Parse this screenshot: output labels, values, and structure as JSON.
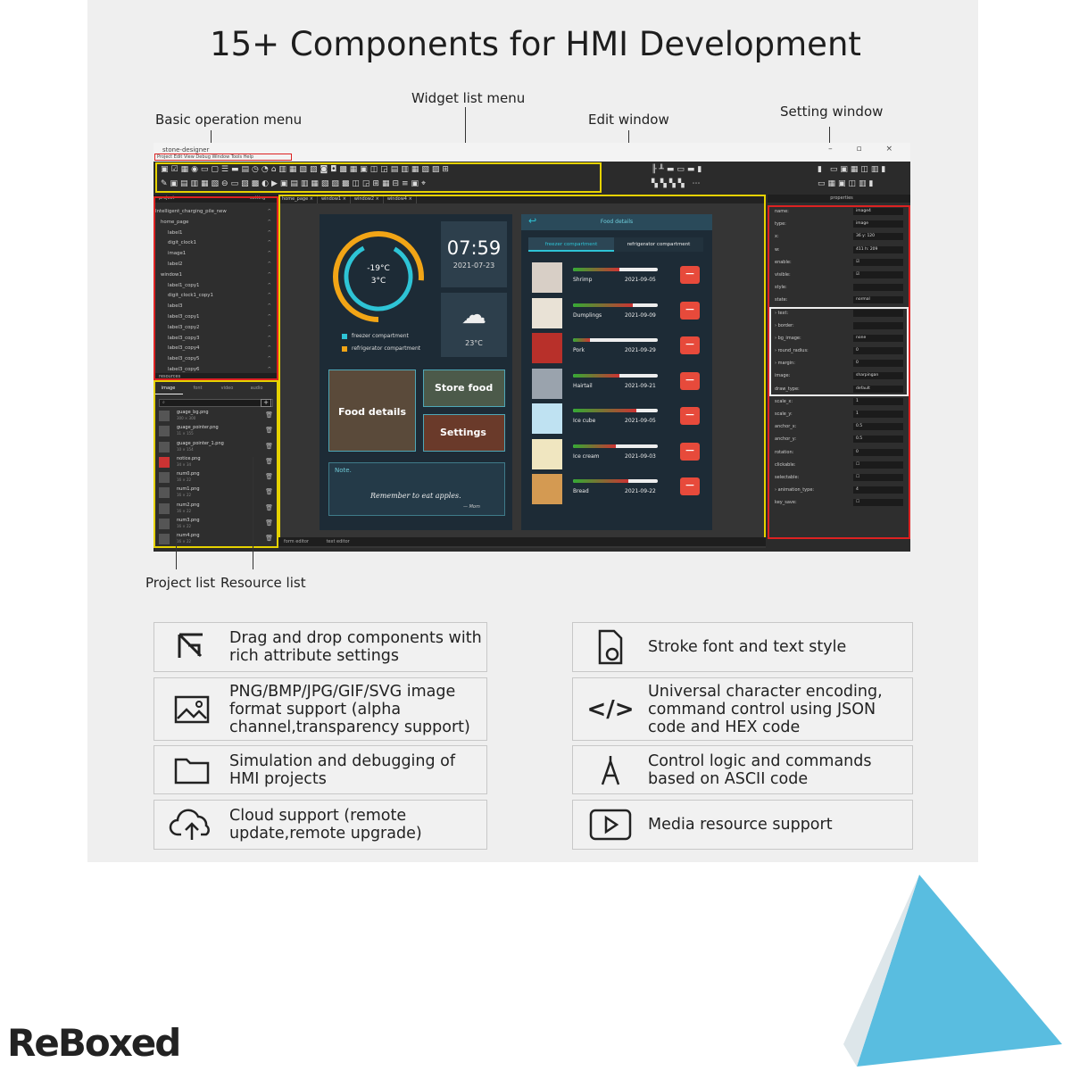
{
  "page_title": "15+ Components for HMI Development",
  "callouts": {
    "basic_operation_menu": "Basic operation menu",
    "widget_list_menu": "Widget list menu",
    "edit_window": "Edit window",
    "setting_window": "Setting window",
    "project_list": "Project list",
    "resource_list": "Resource list"
  },
  "app": {
    "window_title": "stone-designer",
    "menu": "Project  Edit  View  Debug  Window  Tools  Help",
    "project_tab": "project",
    "setting_tab": "setting",
    "properties_tab": "properties",
    "resources_tab": "resources",
    "doc_tabs": [
      "home_page ×",
      "window1 ×",
      "window2 ×",
      "window4 ×"
    ],
    "tree": [
      "Intelligent_charging_pile_new",
      "home_page",
      "label1",
      "digit_clock1",
      "image1",
      "label2",
      "window1",
      "label1_copy1",
      "digit_clock1_copy1",
      "label3",
      "label3_copy1",
      "label3_copy2",
      "label3_copy3",
      "label3_copy4",
      "label3_copy5",
      "label3_copy6"
    ],
    "res_tabs": [
      "image",
      "font",
      "video",
      "audio"
    ],
    "resources": [
      {
        "name": "guage_bg.png",
        "size": "300 × 300"
      },
      {
        "name": "guage_pointer.png",
        "size": "11 × 155"
      },
      {
        "name": "guage_pointer_1.png",
        "size": "10 × 154"
      },
      {
        "name": "notice.png",
        "size": "34 × 34"
      },
      {
        "name": "num0.png",
        "size": "16 × 22"
      },
      {
        "name": "num1.png",
        "size": "16 × 22"
      },
      {
        "name": "num2.png",
        "size": "16 × 22"
      },
      {
        "name": "num3.png",
        "size": "16 × 22"
      },
      {
        "name": "num4.png",
        "size": "16 × 22"
      }
    ],
    "properties": [
      {
        "k": "name:",
        "v": "image4"
      },
      {
        "k": "type:",
        "v": "image"
      },
      {
        "k": "x:",
        "v": "36      y: 120"
      },
      {
        "k": "w:",
        "v": "411     h: 209"
      },
      {
        "k": "enable:",
        "v": "☑"
      },
      {
        "k": "visible:",
        "v": "☑"
      },
      {
        "k": "style:",
        "v": ""
      },
      {
        "k": "state:",
        "v": "normal"
      },
      {
        "k": "› text:",
        "v": ""
      },
      {
        "k": "› border:",
        "v": ""
      },
      {
        "k": "› bg_image:",
        "v": "none"
      },
      {
        "k": "› round_radius:",
        "v": "0"
      },
      {
        "k": "› margin:",
        "v": "0"
      },
      {
        "k": "image:",
        "v": "sharpingan"
      },
      {
        "k": "draw_type:",
        "v": "default"
      },
      {
        "k": "scale_x:",
        "v": "1"
      },
      {
        "k": "scale_y:",
        "v": "1"
      },
      {
        "k": "anchor_x:",
        "v": "0.5"
      },
      {
        "k": "anchor_y:",
        "v": "0.5"
      },
      {
        "k": "rotation:",
        "v": "0"
      },
      {
        "k": "clickable:",
        "v": "☐"
      },
      {
        "k": "selectable:",
        "v": "☐"
      },
      {
        "k": "› animation_type:",
        "v": "4"
      },
      {
        "k": "key_save:",
        "v": "☐"
      }
    ],
    "status_tabs": [
      "form editor",
      "text editor"
    ]
  },
  "hmi": {
    "temp_freezer": "-19°C",
    "temp_fridge": "3°C",
    "clock": "07:59",
    "date": "2021-07-23",
    "weather_temp": "23°C",
    "legend_freezer": "freezer compartment",
    "legend_fridge": "refrigerator compartment",
    "tile_food_details": "Food details",
    "tile_store_food": "Store food",
    "tile_settings": "Settings",
    "note_label": "Note.",
    "note_text": "Remember to eat apples.",
    "note_sign": "— Mom",
    "details_title": "Food details",
    "tab_freezer": "freezer compartment",
    "tab_fridge": "refrigerator compartment",
    "foods": [
      {
        "name": "Shrimp",
        "date": "2021-09-05",
        "level": 0.55
      },
      {
        "name": "Dumplings",
        "date": "2021-09-09",
        "level": 0.7
      },
      {
        "name": "Pork",
        "date": "2021-09-29",
        "level": 0.2
      },
      {
        "name": "Hairtail",
        "date": "2021-09-21",
        "level": 0.55
      },
      {
        "name": "Ice cube",
        "date": "2021-09-05",
        "level": 0.75
      },
      {
        "name": "Ice cream",
        "date": "2021-09-03",
        "level": 0.5
      },
      {
        "name": "Bread",
        "date": "2021-09-22",
        "level": 0.65
      }
    ]
  },
  "features": {
    "drag_drop": "Drag and drop components with rich attribute settings",
    "stroke_font": "Stroke font and text style",
    "image_format": "PNG/BMP/JPG/GIF/SVG image format support (alpha channel,transparency support)",
    "encoding": "Universal character encoding, command control using JSON code and HEX code",
    "simulation": "Simulation and debugging of HMI projects",
    "control_logic": "Control logic and commands based on ASCII code",
    "cloud": "Cloud support (remote update,remote upgrade)",
    "media": "Media resource support"
  },
  "brand": "ReBoxed",
  "colors": {
    "highlight_yellow": "#e6d200",
    "highlight_red": "#dd2222",
    "accent_cyan": "#2ec4d6",
    "corner_blue": "#59bde0"
  }
}
